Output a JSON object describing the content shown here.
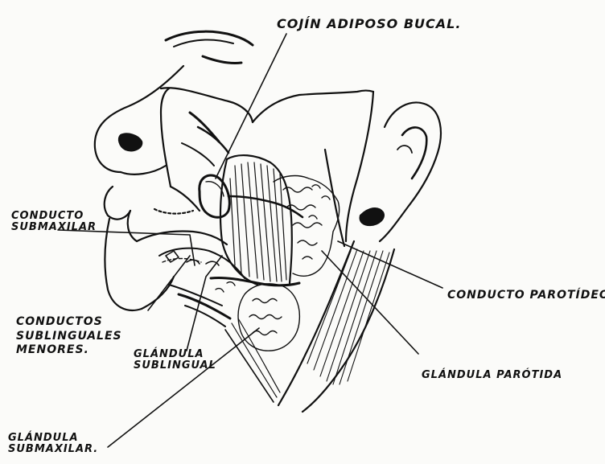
{
  "labels": {
    "cojin": "COJÍN ADIPOSO BUCAL.",
    "conducto_submaxilar": [
      "CONDUCTO",
      "SUBMAXILAR"
    ],
    "conducto_parotideo": "CONDUCTO PAROTÍDEO",
    "conductos_sublinguales": [
      "CONDUCTOS",
      "SUBLINGUALES",
      "MENORES."
    ],
    "glandula_sublingual": [
      "GLÁNDULA",
      "SUBLINGUAL"
    ],
    "glandula_parotida": "GLÁNDULA PARÓTIDA",
    "glandula_submaxilar": [
      "GLÁNDULA",
      "SUBMAXILAR."
    ]
  },
  "colors": {
    "ink": "#111111",
    "paper": "#fbfbf9"
  }
}
